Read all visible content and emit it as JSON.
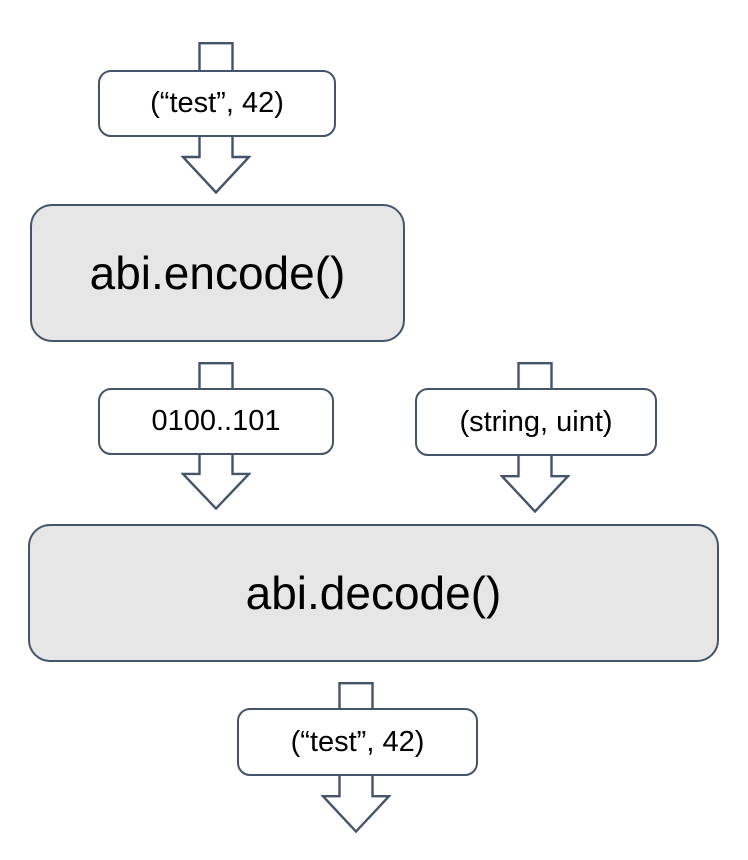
{
  "colors": {
    "outline": "#44546a",
    "process_fill": "#e7e6e6",
    "label_fill": "#ffffff",
    "text": "#000000",
    "background": "#ffffff"
  },
  "diagram": {
    "input": {
      "label": "(“test”, 42)"
    },
    "encode": {
      "label": "abi.encode()"
    },
    "encoded_bytes": {
      "label": "0100..101"
    },
    "type_signature": {
      "label": "(string, uint)"
    },
    "decode": {
      "label": "abi.decode()"
    },
    "output": {
      "label": "(“test”, 42)"
    }
  }
}
